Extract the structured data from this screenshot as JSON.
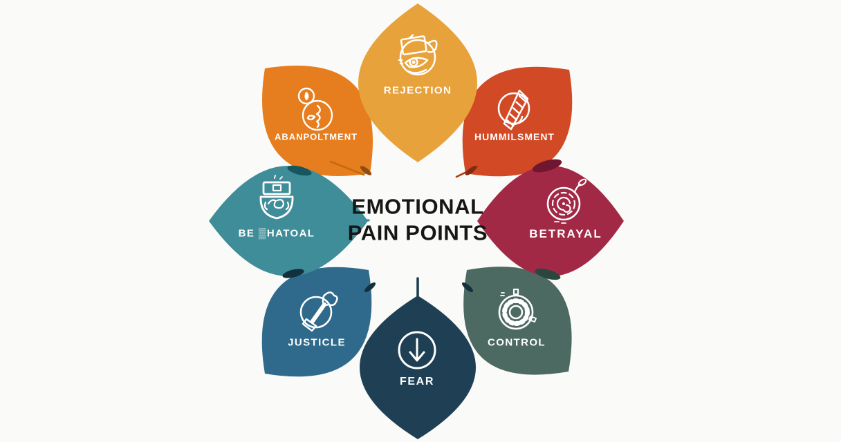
{
  "title": {
    "line1": "EMOTIONAL",
    "line2": "PAIN POINTS"
  },
  "colors": {
    "background": "#FAFAF8",
    "title_text": "#161616",
    "label_text": "#FFFFFF"
  },
  "petals": [
    {
      "label": "REJECTION",
      "color": "#E8A23B",
      "position": "top",
      "icon": "clipboard-eye-icon"
    },
    {
      "label": "ABANPOLTMENT",
      "color": "#E67D1E",
      "position": "upper-left",
      "icon": "flame-scribble-circles-icon"
    },
    {
      "label": "HUMMILSMENT",
      "color": "#D14A25",
      "position": "upper-right",
      "icon": "hatched-wedge-circle-icon"
    },
    {
      "label": "BE ▒HATOAL",
      "color": "#3E8D99",
      "position": "left",
      "icon": "lock-mask-icon"
    },
    {
      "label": "BETRAYAL",
      "color": "#A22946",
      "position": "right",
      "icon": "spiral-maze-icon"
    },
    {
      "label": "JUSTICLE",
      "color": "#2F6A8C",
      "position": "lower-left",
      "icon": "gavel-circle-icon"
    },
    {
      "label": "FEAR",
      "color": "#1F4054",
      "position": "bottom",
      "icon": "down-arrow-circle-icon"
    },
    {
      "label": "CONTROL",
      "color": "#4C6A62",
      "position": "lower-right",
      "icon": "tick-dial-icon"
    }
  ]
}
